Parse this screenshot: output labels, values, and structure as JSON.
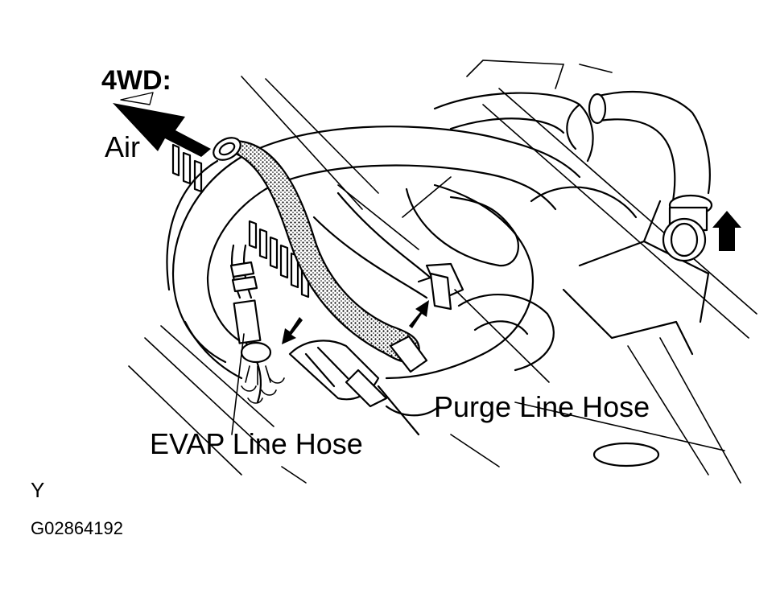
{
  "labels": {
    "variant": "4WD:",
    "air": "Air",
    "purge_hose": "Purge Line Hose",
    "evap_hose": "EVAP Line Hose",
    "corner_letter": "Y",
    "figure_code": "G02864192"
  },
  "colors": {
    "ink": "#000000",
    "paper": "#ffffff"
  }
}
